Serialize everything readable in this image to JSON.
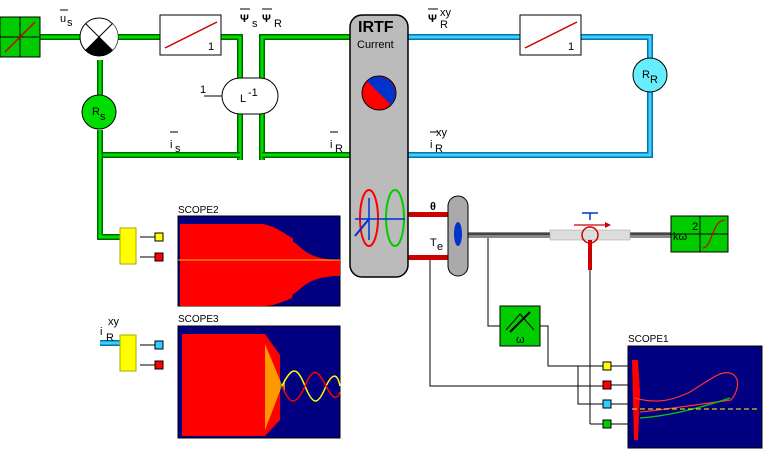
{
  "irtf": {
    "title": "IRTF",
    "subtitle": "Current"
  },
  "labels": {
    "us": "u",
    "us_sub": "s",
    "psi_s": "Ψ",
    "psi_s_sub": "s",
    "psi_r": "Ψ",
    "psi_r_sub": "R",
    "psi_rxy": "Ψ",
    "psi_rxy_sup": "xy",
    "psi_rxy_sub": "R",
    "is": "i",
    "is_sub": "s",
    "ir": "i",
    "ir_sub": "R",
    "irxy": "i",
    "irxy_sup": "xy",
    "irxy_sub": "R",
    "rs": "R",
    "rs_sub": "s",
    "rr": "R",
    "rr_sub": "R",
    "linv": "L",
    "linv_sup": "-1",
    "const_one": "1",
    "int1_gain": "1",
    "int2_gain": "1",
    "theta": "θ",
    "te": "T",
    "te_sub": "e",
    "load": "kω",
    "load_sup": "2",
    "omega": "ω",
    "scope_irxy": "i",
    "scope_irxy_sup": "xy",
    "scope_irxy_sub": "R"
  },
  "scopes": {
    "scope1": "SCOPE1",
    "scope2": "SCOPE2",
    "scope3": "SCOPE3"
  },
  "colors": {
    "green_wire": "#00cc00",
    "cyan_wire": "#33ccff",
    "scope_bg": "#000080",
    "trace_red": "#ff0000",
    "trace_yellow": "#ffff00",
    "trace_green": "#00cc00",
    "block_green": "#00cc00"
  }
}
